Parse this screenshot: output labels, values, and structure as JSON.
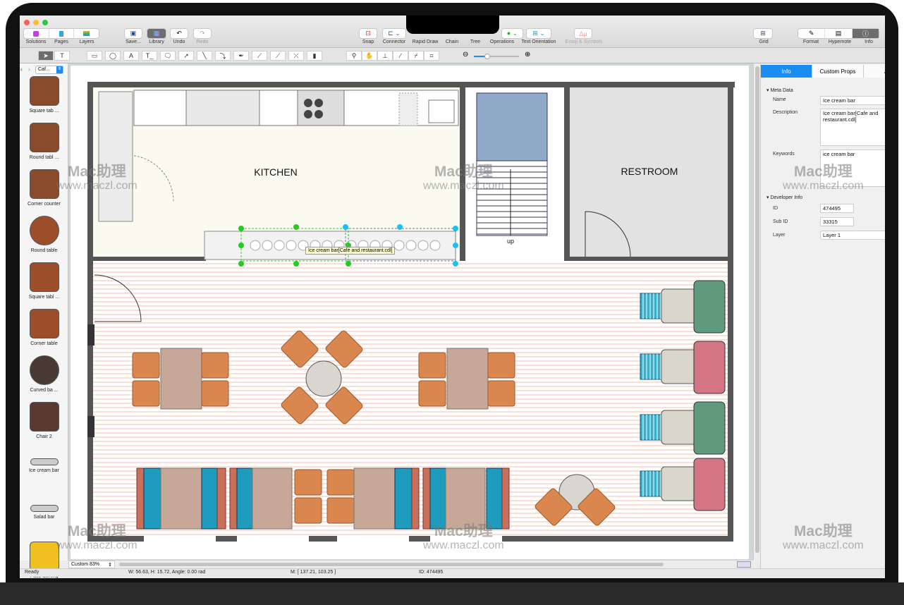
{
  "toolbar": {
    "left": [
      {
        "label": "Solutions",
        "icon": "solutions-icon"
      },
      {
        "label": "Pages",
        "icon": "pages-icon"
      },
      {
        "label": "Layers",
        "icon": "layers-icon"
      }
    ],
    "file": [
      {
        "label": "Save...",
        "icon": "save-icon"
      },
      {
        "label": "Library",
        "icon": "library-icon"
      },
      {
        "label": "Undo",
        "icon": "undo-icon"
      },
      {
        "label": "Redo",
        "icon": "redo-icon"
      }
    ],
    "center": [
      {
        "label": "Snap"
      },
      {
        "label": "Connector"
      },
      {
        "label": "Rapid Draw"
      },
      {
        "label": "Chain"
      },
      {
        "label": "Tree"
      },
      {
        "label": "Operations"
      },
      {
        "label": "Text Orientation"
      },
      {
        "label": "Emoji & Symbols"
      }
    ],
    "grid": "Grid",
    "right": [
      {
        "label": "Format"
      },
      {
        "label": "Hypernote"
      },
      {
        "label": "Info"
      }
    ]
  },
  "library": {
    "selector": "Caf...",
    "items": [
      "Square tab ...",
      "Round tabl ...",
      "Corner counter",
      "Round table",
      "Square tabl ...",
      "Corner table",
      "Curved ba ...",
      "Chair 2",
      "Ice cream bar",
      "Salad bar",
      "Patio awning"
    ]
  },
  "plan": {
    "kitchen": "KITCHEN",
    "restroom": "RESTROOM",
    "stairs": "up",
    "tooltip": "Ice cream bar[Café and restaurant.cdl]"
  },
  "info_panel": {
    "tabs": [
      "Info",
      "Custom Props",
      "Adv"
    ],
    "meta_title": "Meta Data",
    "name_label": "Name",
    "name": "Ice cream bar",
    "description_label": "Description",
    "description": "Ice cream bar[Cafe and restaurant.cdl]",
    "keywords_label": "Keywords",
    "keywords": "ice cream bar",
    "dev_title": "Developer Info",
    "id_label": "ID",
    "id": "474495",
    "subid_label": "Sub ID",
    "subid": "33315",
    "layer_label": "Layer",
    "layer": "Layer 1"
  },
  "zoom": {
    "label": "Custom 83%",
    "level": 0.3
  },
  "status": {
    "state": "Ready",
    "dims": "W: 56.63,  H: 15.72,  Angle: 0.00 rad",
    "mouse": "M: [ 137.21, 103.25 ]",
    "id": "ID: 474495"
  },
  "watermark": {
    "title": "Mac助理",
    "url": "www.maczl.com"
  },
  "colors": {
    "accent": "#1b8cf0",
    "chair": "#d9874f",
    "table": "#c7a898",
    "booth": "#1e9bbd",
    "sofa_green": "#5f9a7d",
    "sofa_pink": "#d27585",
    "stairs": "#8fa9c9"
  }
}
